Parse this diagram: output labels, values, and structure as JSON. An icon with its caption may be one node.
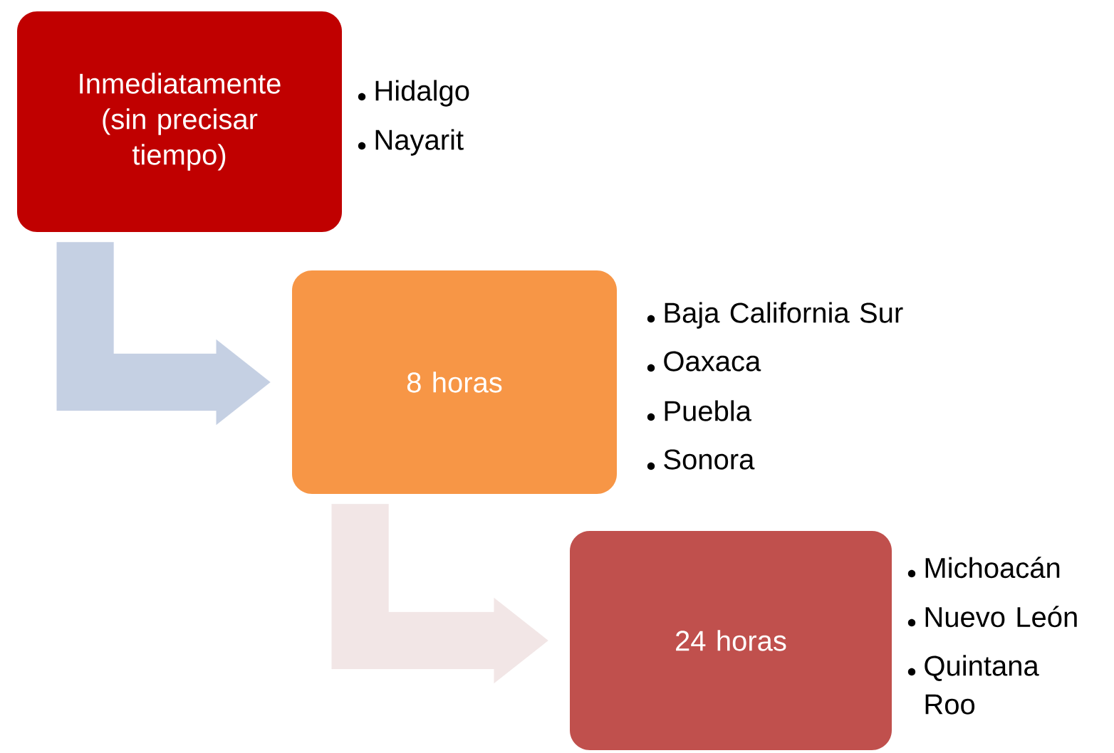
{
  "diagram": {
    "nodes": [
      {
        "text": [
          "Inmediatamente (sin precisar tiempo)"
        ],
        "beside": [
          "Hidalgo",
          "Nayarit"
        ]
      },
      {
        "text": [
          "8 horas"
        ],
        "beside": [
          "Baja California Sur",
          "Oaxaca",
          "Puebla",
          "Sonora"
        ]
      },
      {
        "text": [
          "24 horas"
        ],
        "beside": [
          "Michoacán",
          "Nuevo León",
          "Quintana Roo"
        ]
      }
    ],
    "edges": [
      {
        "from": 0,
        "to": 1,
        "arrow": "to",
        "color": "#c5d0e3"
      },
      {
        "from": 1,
        "to": 2,
        "arrow": "to",
        "color": "#f2e6e6"
      }
    ]
  }
}
